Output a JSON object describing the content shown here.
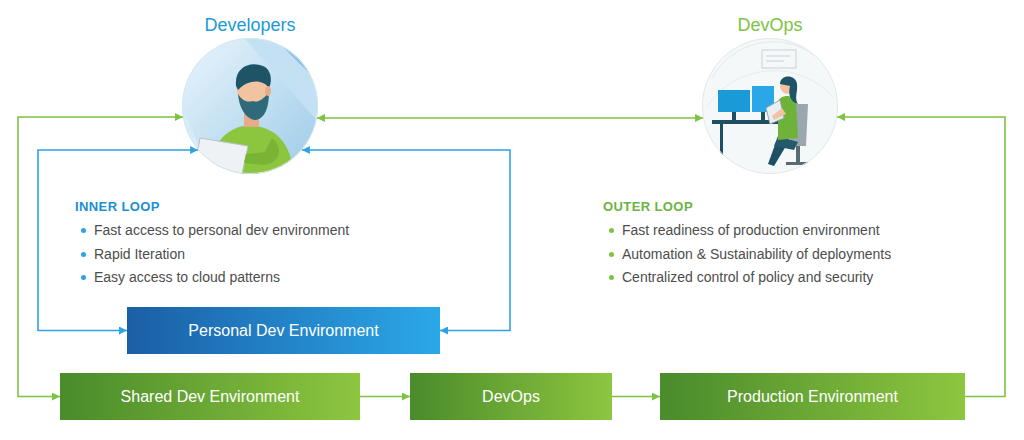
{
  "diagram": {
    "nodes": [
      {
        "text": [
          "Developers"
        ]
      },
      {
        "text": [
          "DevOps"
        ]
      },
      {
        "text": [
          "Personal Dev Environment"
        ]
      },
      {
        "text": [
          "Shared Dev Environment"
        ]
      },
      {
        "text": [
          "DevOps"
        ]
      },
      {
        "text": [
          "Production Environment"
        ]
      }
    ],
    "edges": [
      {
        "from": 0,
        "to": 1,
        "arrow": "both"
      },
      {
        "from": 0,
        "to": 2,
        "arrow": "both"
      },
      {
        "from": 2,
        "to": 0,
        "arrow": "both"
      },
      {
        "from": 0,
        "to": 3,
        "arrow": "both"
      },
      {
        "from": 3,
        "to": 4,
        "arrow": "to"
      },
      {
        "from": 4,
        "to": 5,
        "arrow": "to"
      },
      {
        "from": 5,
        "to": 1,
        "arrow": "to"
      }
    ],
    "labels": [
      "INNER LOOP",
      "Fast access to personal dev environment",
      "Rapid Iteration",
      "Easy access to cloud patterns",
      "OUTER LOOP",
      "Fast readiness of production environment",
      "Automation & Sustainability of deployments",
      "Centralized control of policy and security"
    ]
  }
}
